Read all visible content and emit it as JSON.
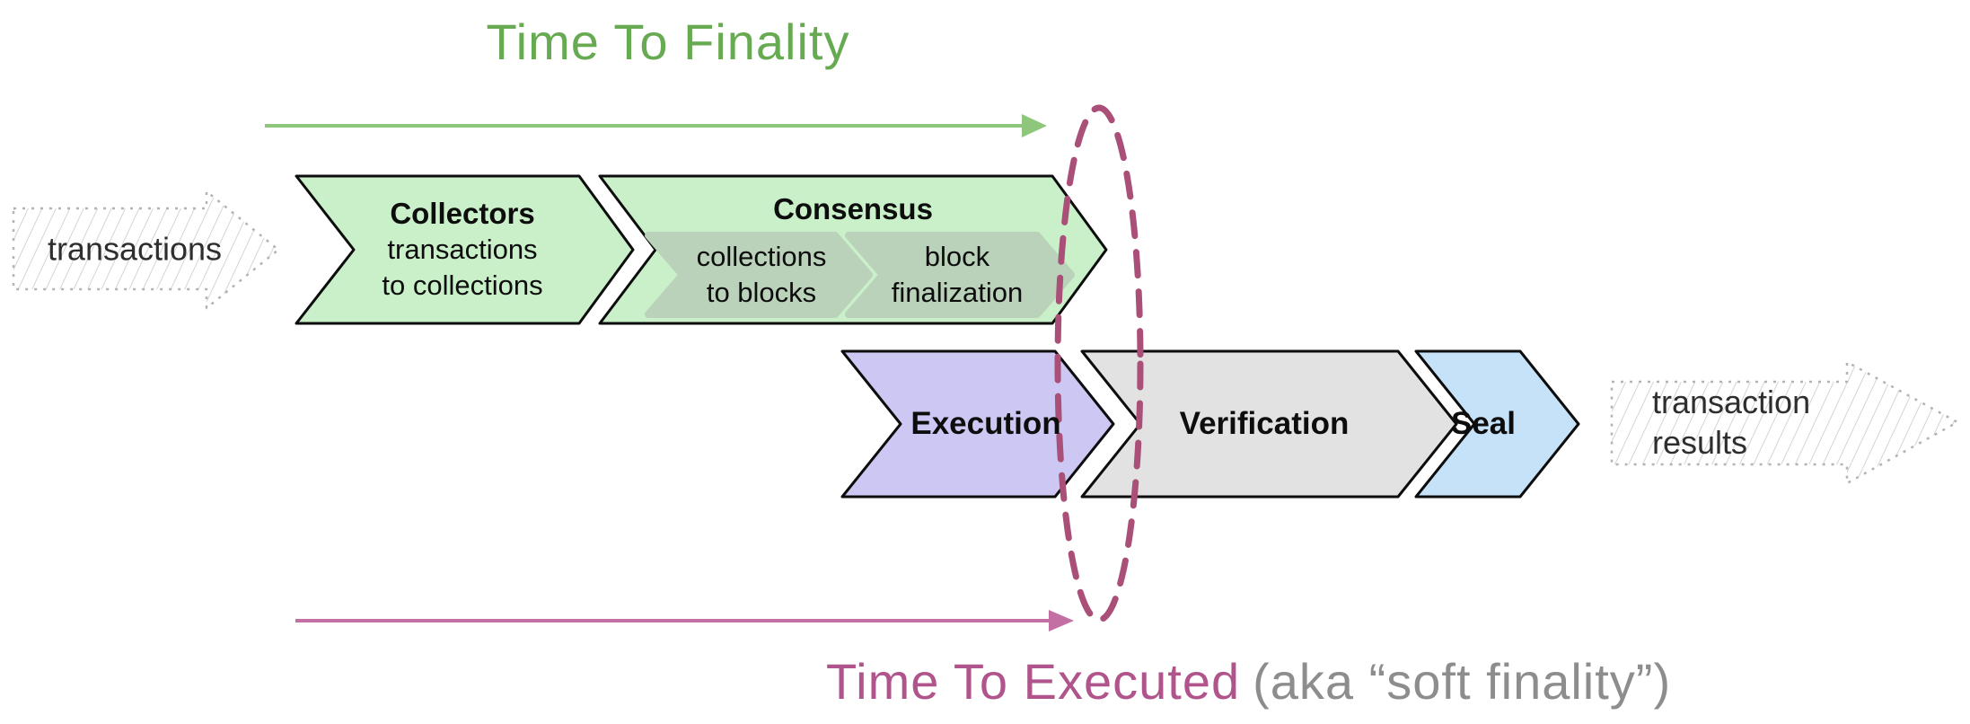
{
  "titles": {
    "finality": "Time To Finality",
    "executed": "Time To Executed",
    "executed_note": "(aka “soft finality”)"
  },
  "flow": {
    "input_label": "transactions",
    "output_label_line1": "transaction",
    "output_label_line2": "results",
    "stages": [
      {
        "name": "Collectors",
        "desc_line1": "transactions",
        "desc_line2": "to collections"
      },
      {
        "name": "Consensus",
        "substages": [
          {
            "line1": "collections",
            "line2": "to blocks"
          },
          {
            "line1": "block",
            "line2": "finalization"
          }
        ]
      },
      {
        "name": "Execution"
      },
      {
        "name": "Verification"
      },
      {
        "name": "Seal"
      }
    ]
  },
  "colors": {
    "stage_green": "#c9f0c8",
    "stage_green_sub": "#b9d2b9",
    "stage_purple": "#cdc8f3",
    "stage_gray": "#e2e2e2",
    "stage_blue": "#c6e2f8",
    "outline": "#0d0d0d",
    "finality_title": "#67aa52",
    "finality_arrow": "#8ec77c",
    "executed_title": "#b0548c",
    "executed_note": "#8d8d8d",
    "executed_arrow": "#c36fa4",
    "ellipse": "#a94f78",
    "sketch_outline": "#b3b3b3",
    "sketch_hatch": "#d4d4d4",
    "sketch_text": "#2e2e2e"
  }
}
